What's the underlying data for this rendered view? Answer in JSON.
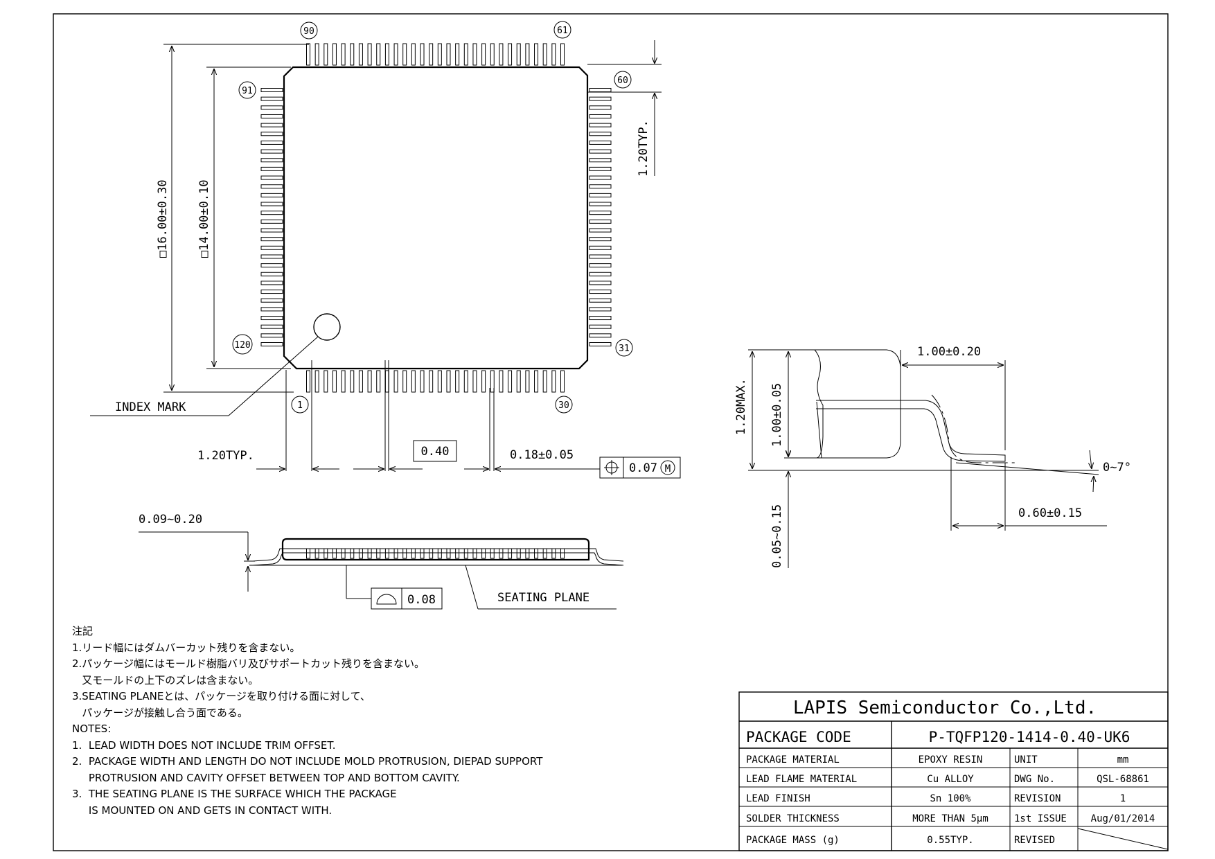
{
  "pins": {
    "p1": "1",
    "p30": "30",
    "p31": "31",
    "p60": "60",
    "p61": "61",
    "p90": "90",
    "p91": "91",
    "p120": "120"
  },
  "dims": {
    "body_outer": "□16.00±0.30",
    "body_inner": "□14.00±0.10",
    "right_typ": "1.20TYP.",
    "bottom_typ": "1.20TYP.",
    "pitch": "0.40",
    "lead_width": "0.18±0.05",
    "pos_tol": "0.07",
    "pos_mod": "M",
    "standoff_range": "0.09~0.20",
    "coplanarity": "0.08",
    "lead_len": "1.00±0.20",
    "height_max": "1.20MAX.",
    "body_thk": "1.00±0.05",
    "standoff": "0.05~0.15",
    "angle": "0~7°",
    "foot": "0.60±0.15"
  },
  "labels": {
    "index_mark": "INDEX MARK",
    "seating_plane": "SEATING PLANE"
  },
  "notes": [
    "注記",
    "1.リード幅にはダムバーカット残りを含まない。",
    "2.パッケージ幅にはモールド樹脂バリ及びサポートカット残りを含まない。",
    "   又モールドの上下のズレは含まない。",
    "3.SEATING PLANEとは、パッケージを取り付ける面に対して、",
    "   パッケージが接触し合う面である。",
    "NOTES:",
    "1.  LEAD WIDTH DOES NOT INCLUDE TRIM OFFSET.",
    "2.  PACKAGE WIDTH AND LENGTH DO NOT INCLUDE MOLD PROTRUSION, DIEPAD SUPPORT",
    "     PROTRUSION AND CAVITY OFFSET BETWEEN TOP AND BOTTOM CAVITY.",
    "3.  THE SEATING PLANE IS THE SURFACE WHICH THE PACKAGE",
    "     IS MOUNTED ON AND GETS IN CONTACT WITH."
  ],
  "title_block": {
    "company": "LAPIS Semiconductor Co.,Ltd.",
    "package_code_label": "PACKAGE CODE",
    "package_code": "P-TQFP120-1414-0.40-UK6",
    "rows": [
      {
        "label": "PACKAGE MATERIAL",
        "value": "EPOXY RESIN",
        "label2": "UNIT",
        "value2": "mm"
      },
      {
        "label": "LEAD FLAME MATERIAL",
        "value": "Cu ALLOY",
        "label2": "DWG No.",
        "value2": "QSL-68861"
      },
      {
        "label": "LEAD FINISH",
        "value": "Sn  100%",
        "label2": "REVISION",
        "value2": "1"
      },
      {
        "label": "SOLDER THICKNESS",
        "value": "MORE THAN 5μm",
        "label2": "1st ISSUE",
        "value2": "Aug/01/2014"
      },
      {
        "label": "PACKAGE MASS (g)",
        "value": "0.55TYP.",
        "label2": "REVISED",
        "value2": ""
      }
    ]
  }
}
